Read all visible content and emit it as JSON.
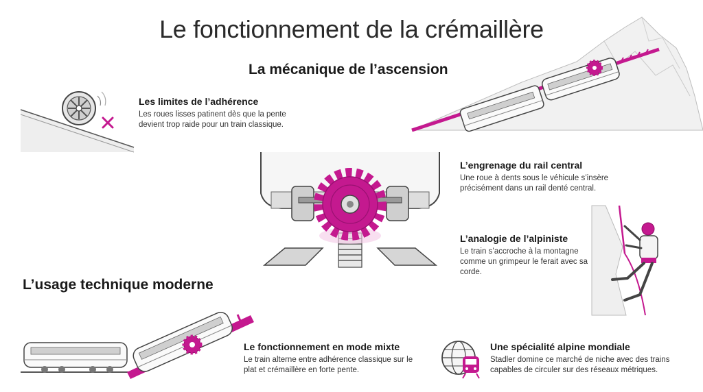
{
  "title": "Le fonctionnement de la crémaillère",
  "section_mechanics": "La mécanique de l’ascension",
  "section_modern": "L’usage technique moderne",
  "accent_color": "#c4198f",
  "blocks": [
    {
      "heading": "Les limites de l’adhérence",
      "text": "Les roues lisses patinent dès que la pente devient trop raide pour un train classique.",
      "icon": "slipping-wheel-icon"
    },
    {
      "heading": "L’engrenage du rail central",
      "text": "Une roue à dents sous le véhicule s’insère précisément dans un rail denté central.",
      "icon": "cog-wheel-icon"
    },
    {
      "heading": "L’analogie de l’alpiniste",
      "text": "Le train s’accroche à la montagne comme un grimpeur le ferait avec sa corde.",
      "icon": "climber-icon"
    },
    {
      "heading": "Le fonctionnement en mode mixte",
      "text": "Le train alterne entre adhérence classique sur le plat et crémaillère en forte pente.",
      "icon": "mixed-mode-train-icon"
    },
    {
      "heading": "Une spécialité alpine mondiale",
      "text": "Stadler domine ce marché de niche avec des trains capables de circuler sur des réseaux métriques.",
      "icon": "globe-train-icon"
    }
  ]
}
